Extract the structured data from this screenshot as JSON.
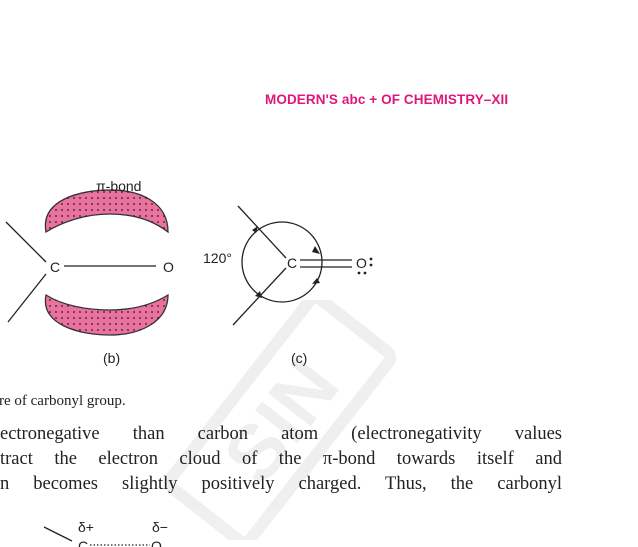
{
  "header": {
    "title": "MODERN'S abc + OF CHEMISTRY–XII"
  },
  "diagram_b": {
    "pi_label": "π-bond",
    "carbon": "C",
    "oxygen": "O",
    "label": "(b)"
  },
  "diagram_c": {
    "angle": "120°",
    "carbon": "C",
    "oxygen": "O",
    "label": "(c)"
  },
  "caption": "re of carbonyl group.",
  "body_lines": [
    "ectronegative than carbon atom (electronegativity values",
    "tract the electron cloud of the π-bond towards itself and",
    "n becomes slightly positively charged. Thus, the carbonyl"
  ],
  "partial_charges": {
    "delta_plus": "δ+",
    "delta_minus": "δ−",
    "carbon": "C",
    "oxygen": "O"
  },
  "colors": {
    "accent": "#e0177a",
    "lobe_fill": "#e9739f"
  }
}
